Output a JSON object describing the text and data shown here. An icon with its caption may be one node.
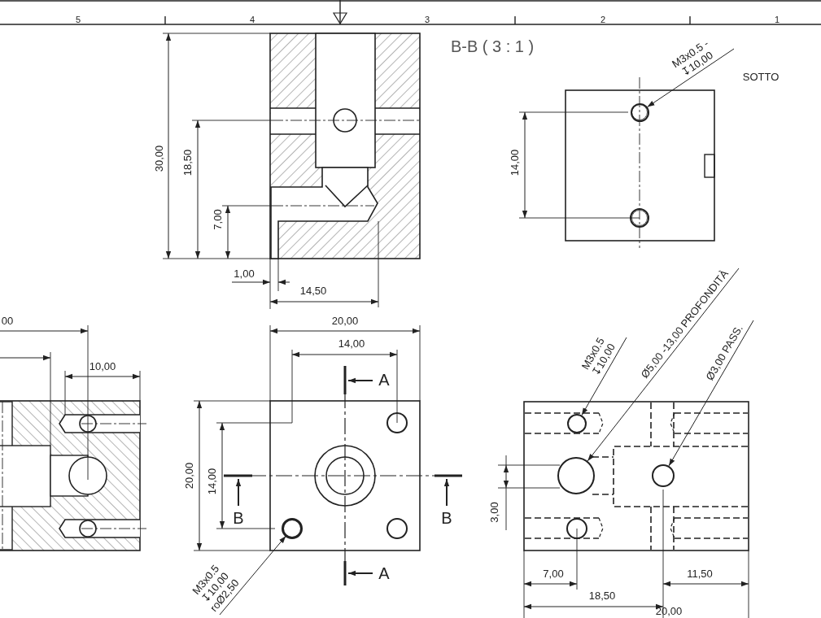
{
  "diagram": {
    "nodes": [
      {
        "text": [
          "M3x0.5 - ↧10,00"
        ]
      },
      {
        "text": [],
        "shape": "circle"
      },
      {
        "text": [
          "M3x0.5 ↧10,00 roØ2,50"
        ]
      },
      {
        "text": [],
        "shape": "circle"
      },
      {
        "text": [
          "M3x0.5 ↧10,00"
        ]
      },
      {
        "text": [],
        "shape": "circle"
      },
      {
        "text": [
          "Ø5,00 -13,00 PROFONDITÀ"
        ]
      },
      {
        "text": [],
        "shape": "circle"
      },
      {
        "text": [
          "Ø3,00 PASS."
        ]
      },
      {
        "text": [],
        "shape": "circle"
      }
    ],
    "edges": [
      {
        "from": 0,
        "to": 1,
        "arrow": "to"
      },
      {
        "from": 2,
        "to": 3,
        "arrow": "to"
      },
      {
        "from": 4,
        "to": 5,
        "arrow": "to"
      },
      {
        "from": 6,
        "to": 7,
        "arrow": "to"
      },
      {
        "from": 8,
        "to": 9,
        "arrow": "to"
      }
    ],
    "labels": [
      "5",
      "4",
      "3",
      "2",
      "1",
      "B-B ( 3 : 1 )",
      "SOTTO",
      "30,00",
      "18,50",
      "14,00",
      "7,00",
      "1,00",
      "14,50",
      "00",
      "20,00",
      "14,00",
      "10,00",
      "A",
      "20,00",
      "14,00",
      "B",
      "B",
      "3,00",
      "A",
      "7,00",
      "11,50",
      "18,50",
      "20,00"
    ]
  }
}
